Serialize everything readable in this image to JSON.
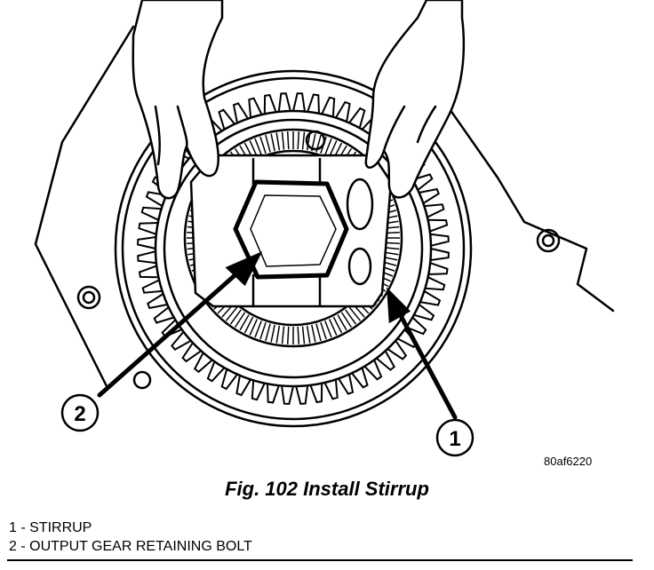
{
  "figure": {
    "image_code": "80af6220",
    "caption": "Fig. 102 Install Stirrup",
    "callouts": [
      {
        "number": "1",
        "label": "STIRRUP"
      },
      {
        "number": "2",
        "label": "OUTPUT GEAR RETAINING BOLT"
      }
    ],
    "legend": [
      "1 - STIRRUP",
      "2 - OUTPUT GEAR RETAINING BOLT"
    ]
  }
}
